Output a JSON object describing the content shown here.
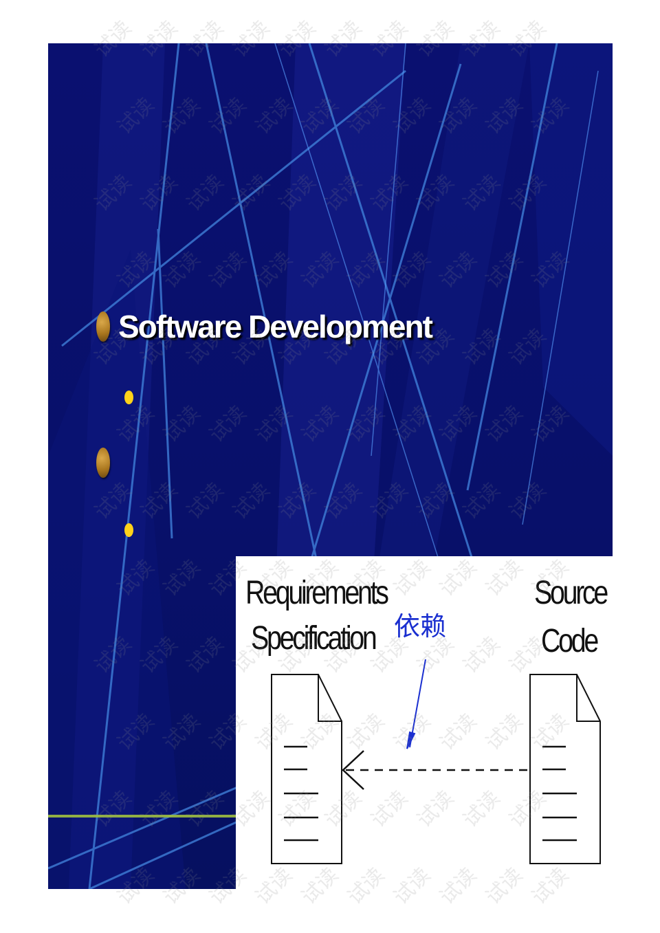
{
  "slide": {
    "title": "Software Development",
    "bullet_gold_color": "#a9761e",
    "bullet_yellow_color": "#ffd21a"
  },
  "diagram": {
    "left_doc_label_line1": "Requirements",
    "left_doc_label_line2": "Specification",
    "right_doc_label_line1": "Source",
    "right_doc_label_line2": "Code",
    "relation_label": "依赖",
    "relation_color": "#1a2fd0"
  },
  "watermark": {
    "text": "试读"
  }
}
